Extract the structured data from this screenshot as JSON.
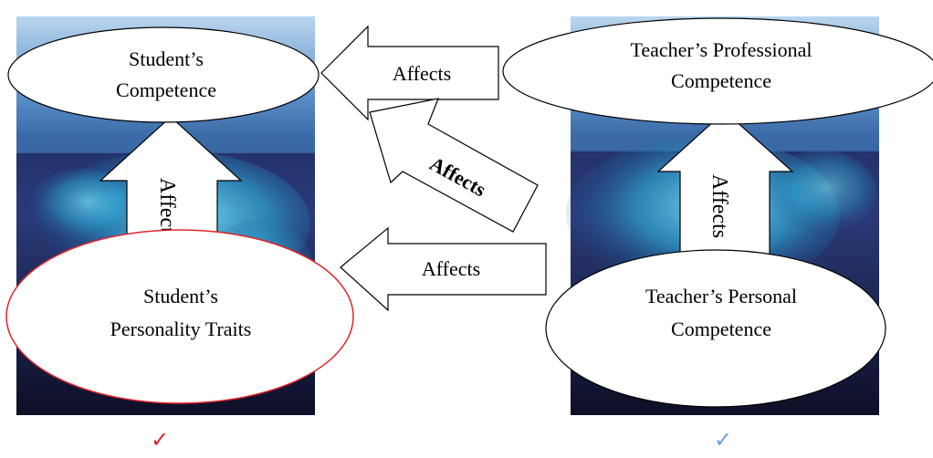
{
  "nodes": {
    "student_competence": {
      "line1": "Student’s",
      "line2": "Competence"
    },
    "teacher_professional": {
      "line1": "Teacher’s Professional",
      "line2": "Competence"
    },
    "student_personality": {
      "line1": "Student’s",
      "line2": "Personality Traits",
      "border_color": "#e0222a"
    },
    "teacher_personal": {
      "line1": "Teacher’s Personal",
      "line2": "Competence"
    }
  },
  "arrows": {
    "top": "Affects",
    "diagonal": "Affects",
    "middle": "Affects",
    "left_vertical": "Affects",
    "right_vertical": "Affects"
  },
  "marks": {
    "left_check": {
      "glyph": "✓",
      "color": "#e0222a"
    },
    "right_check": {
      "glyph": "✓",
      "color": "#6aa0e0"
    }
  },
  "colors": {
    "node_fill": "#ffffff",
    "node_stroke": "#000000",
    "arrow_fill": "#ffffff"
  }
}
